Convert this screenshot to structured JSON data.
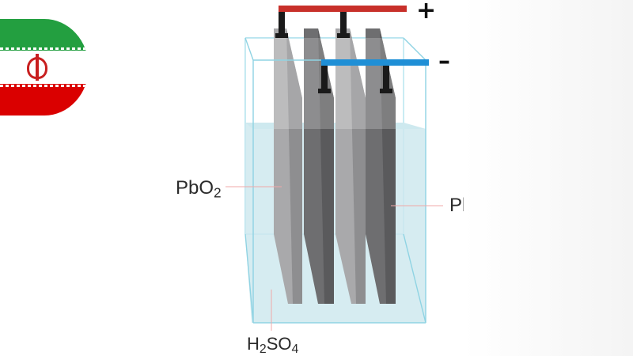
{
  "diagram": {
    "positive_sign": "+",
    "negative_sign": "–",
    "label_positive_plate": "PbO",
    "label_positive_plate_sub": "2",
    "label_negative_plate": "Pb",
    "label_electrolyte_main": "H",
    "label_electrolyte_sub1": "2",
    "label_electrolyte_mid": "SO",
    "label_electrolyte_sub2": "4"
  },
  "colors": {
    "positive_bus": "#c8302a",
    "negative_bus": "#1f8fd6",
    "liquid": "#cfe9ef",
    "tank_edge": "#8fd3e3",
    "pbo2_plate": "#a9a9ab",
    "pb_plate": "#6e6e70",
    "terminal": "#1a1a1a",
    "flag_green": "#239f40",
    "flag_white": "#ffffff",
    "flag_red": "#da0000"
  },
  "icons": {
    "flag": "iran-flag-icon"
  }
}
